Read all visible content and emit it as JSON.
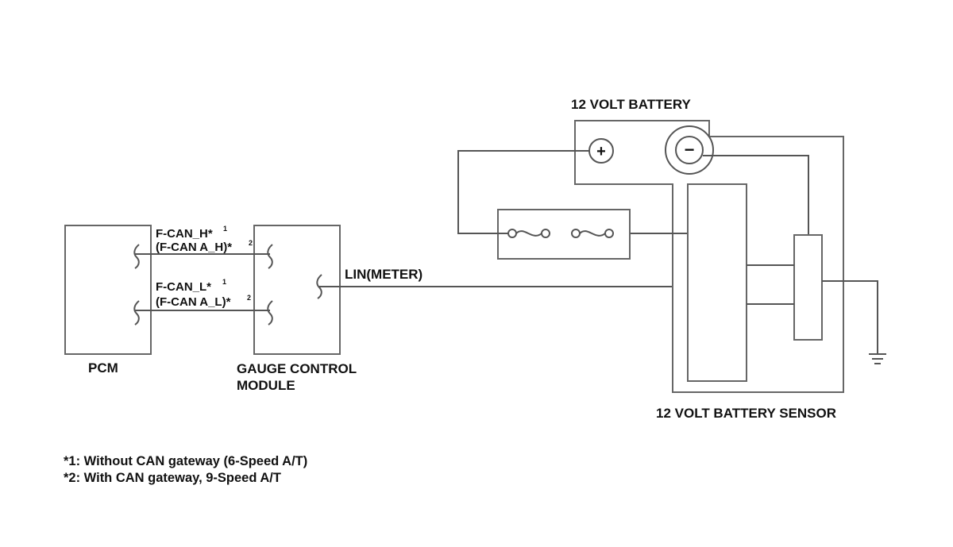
{
  "labels": {
    "battery": "12 VOLT BATTERY",
    "battery_sensor": "12 VOLT BATTERY SENSOR",
    "pcm": "PCM",
    "gauge_line1": "GAUGE CONTROL",
    "gauge_line2": "MODULE",
    "lin": "LIN(METER)",
    "fcan_h": "F-CAN_H*",
    "fcan_h_sup": "1",
    "fcan_a_h": "(F-CAN A_H)*",
    "fcan_a_h_sup": "2",
    "fcan_l": "F-CAN_L*",
    "fcan_l_sup": "1",
    "fcan_a_l": "(F-CAN A_L)*",
    "fcan_a_l_sup": "2",
    "plus": "+",
    "minus": "−"
  },
  "notes": [
    "*1: Without CAN gateway (6-Speed A/T)",
    "*2: With CAN gateway, 9-Speed A/T"
  ],
  "colors": {
    "line": "#555555",
    "text": "#111111",
    "background": "#ffffff"
  }
}
